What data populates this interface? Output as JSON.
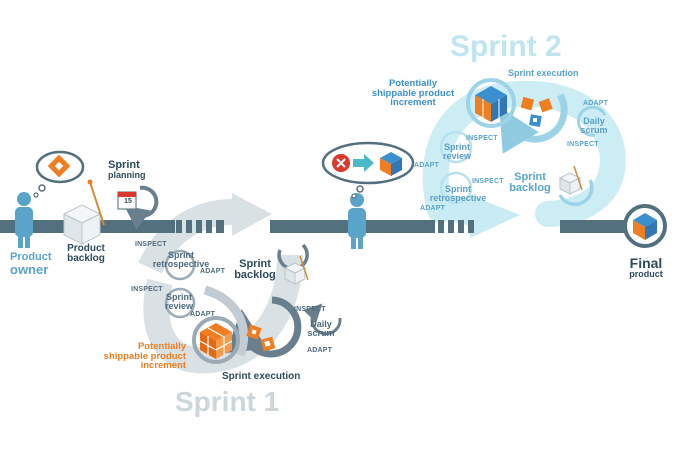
{
  "colors": {
    "backbone": "#53707f",
    "sprint1_arrow": "#cfd9de",
    "sprint2_arrow": "#bfe6f0",
    "loop_dark": "#697f8d",
    "loop_light_blue": "#9cd3e6",
    "orange": "#ef7d22",
    "blue_cube": "#3a8fcf",
    "cross_red": "#d93a2b",
    "arrow_teal": "#4ab9c9",
    "text_dark": "#2f4a5c",
    "text_blue": "#5aa3c9",
    "text_orange": "#ef7d22"
  },
  "start": {
    "role_line1": "Product",
    "role_line2": "owner",
    "backlog_line1": "Product",
    "backlog_line2": "backlog",
    "planning_line1": "Sprint",
    "planning_line2": "planning",
    "calendar_day": "15"
  },
  "sprint1": {
    "title": "Sprint 1",
    "backlog_line1": "Sprint",
    "backlog_line2": "backlog",
    "execution": "Sprint execution",
    "daily_line1": "Daily",
    "daily_line2": "scrum",
    "review_line1": "Sprint",
    "review_line2": "review",
    "retro_line1": "Sprint",
    "retro_line2": "retrospective",
    "increment_line1": "Potentially",
    "increment_line2": "shippable product",
    "increment_line3": "increment",
    "inspect_a": "INSPECT",
    "inspect_b": "INSPECT",
    "inspect_c": "INSPECT",
    "adapt_a": "ADAPT",
    "adapt_b": "ADAPT",
    "adapt_c": "ADAPT"
  },
  "sprint2": {
    "title": "Sprint 2",
    "backlog_line1": "Sprint",
    "backlog_line2": "backlog",
    "execution": "Sprint execution",
    "daily_line1": "Daily",
    "daily_line2": "scrum",
    "review_line1": "Sprint",
    "review_line2": "review",
    "retro_line1": "Sprint",
    "retro_line2": "retrospective",
    "increment_line1": "Potentially",
    "increment_line2": "shippable product",
    "increment_line3": "increment",
    "inspect_a": "INSPECT",
    "inspect_b": "INSPECT",
    "inspect_c": "INSPECT",
    "adapt_a": "ADAPT",
    "adapt_b": "ADAPT",
    "adapt_c": "ADAPT"
  },
  "final": {
    "line1": "Final",
    "line2": "product"
  }
}
